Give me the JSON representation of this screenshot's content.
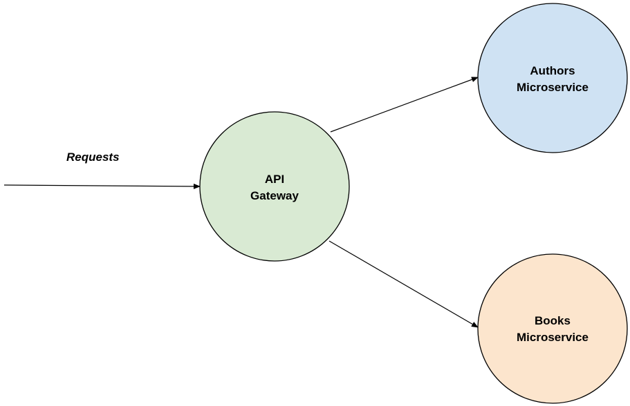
{
  "nodes": {
    "gateway": {
      "line1": "API",
      "line2": "Gateway",
      "fill": "#d9ead3",
      "stroke": "#000000"
    },
    "authors": {
      "line1": "Authors",
      "line2": "Microservice",
      "fill": "#cfe2f3",
      "stroke": "#000000"
    },
    "books": {
      "line1": "Books",
      "line2": "Microservice",
      "fill": "#fce5cd",
      "stroke": "#000000"
    }
  },
  "edges": {
    "requests_label": "Requests"
  },
  "colors": {
    "line": "#000000",
    "background": "#ffffff"
  }
}
